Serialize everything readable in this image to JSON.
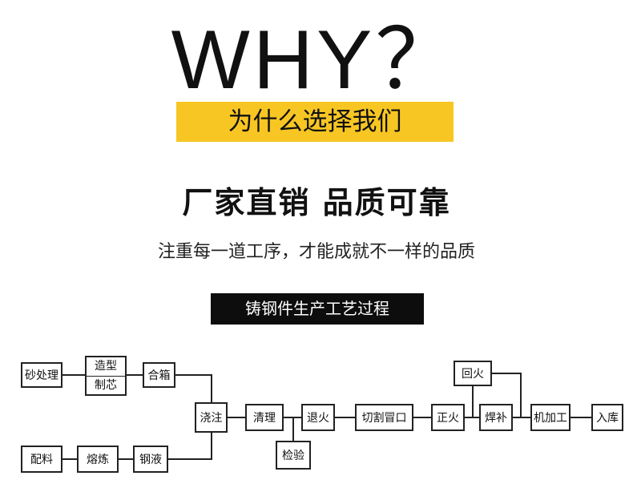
{
  "header": {
    "why_text": "WHY？",
    "yellow_label": "为什么选择我们",
    "headline": "厂家直销 品质可靠",
    "subline": "注重每一道工序，才能成就不一样的品质",
    "section_label": "铸钢件生产工艺过程"
  },
  "colors": {
    "yellow": "#f8c623",
    "black_bar": "#0d0d0d"
  },
  "flowchart": {
    "nodes": {
      "sand": "砂处理",
      "mold_top": "造型",
      "mold_bottom": "制芯",
      "box": "合箱",
      "pour": "浇注",
      "clean": "清理",
      "anneal": "退火",
      "cut": "切割冒口",
      "normalize": "正火",
      "weld": "焊补",
      "machine": "机加工",
      "store": "入库",
      "temper": "回火",
      "inspect": "检验",
      "batch": "配料",
      "smelt": "熔炼",
      "steel": "钢液"
    }
  }
}
